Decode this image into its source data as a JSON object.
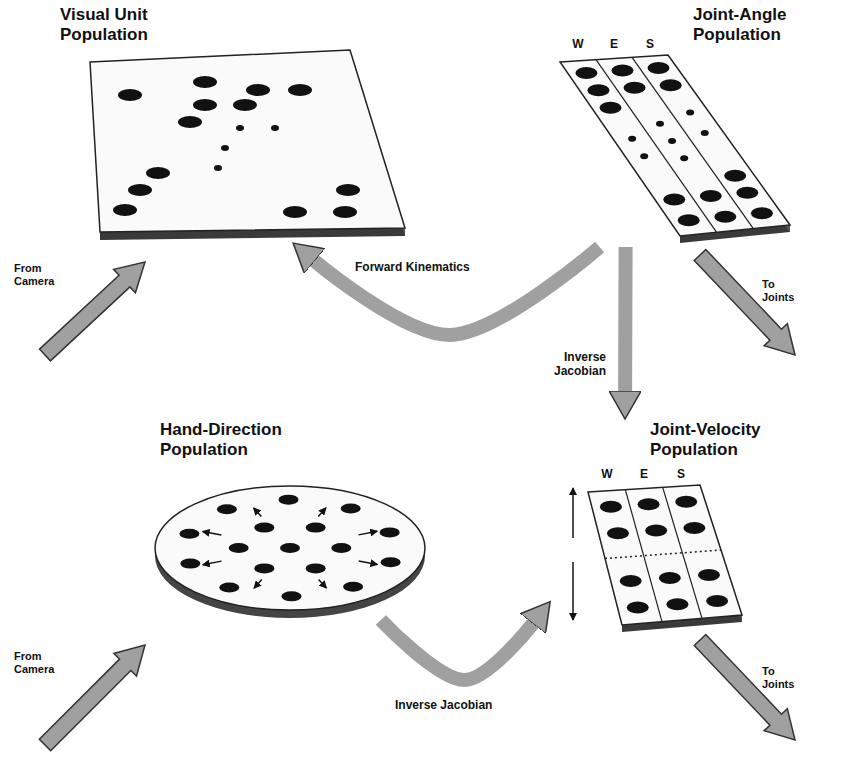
{
  "diagram": {
    "nodes": [
      {
        "text": [
          "Visual Unit Population"
        ]
      },
      {
        "text": [
          "Joint-Angle Population",
          "W",
          "E",
          "S"
        ]
      },
      {
        "text": [
          "Hand-Direction Population"
        ]
      },
      {
        "text": [
          "Joint-Velocity Population",
          "W",
          "E",
          "S"
        ]
      }
    ],
    "edges": [
      {
        "from": 1,
        "to": 0,
        "arrow": "to",
        "label": "Forward Kinematics"
      },
      {
        "from": 1,
        "to": 3,
        "arrow": "to",
        "label": "Inverse Jacobian"
      },
      {
        "from": 2,
        "to": 3,
        "arrow": "to",
        "label": "Inverse Jacobian"
      }
    ],
    "labels": [
      "From Camera",
      "To Joints",
      "From Camera",
      "To Joints"
    ]
  }
}
